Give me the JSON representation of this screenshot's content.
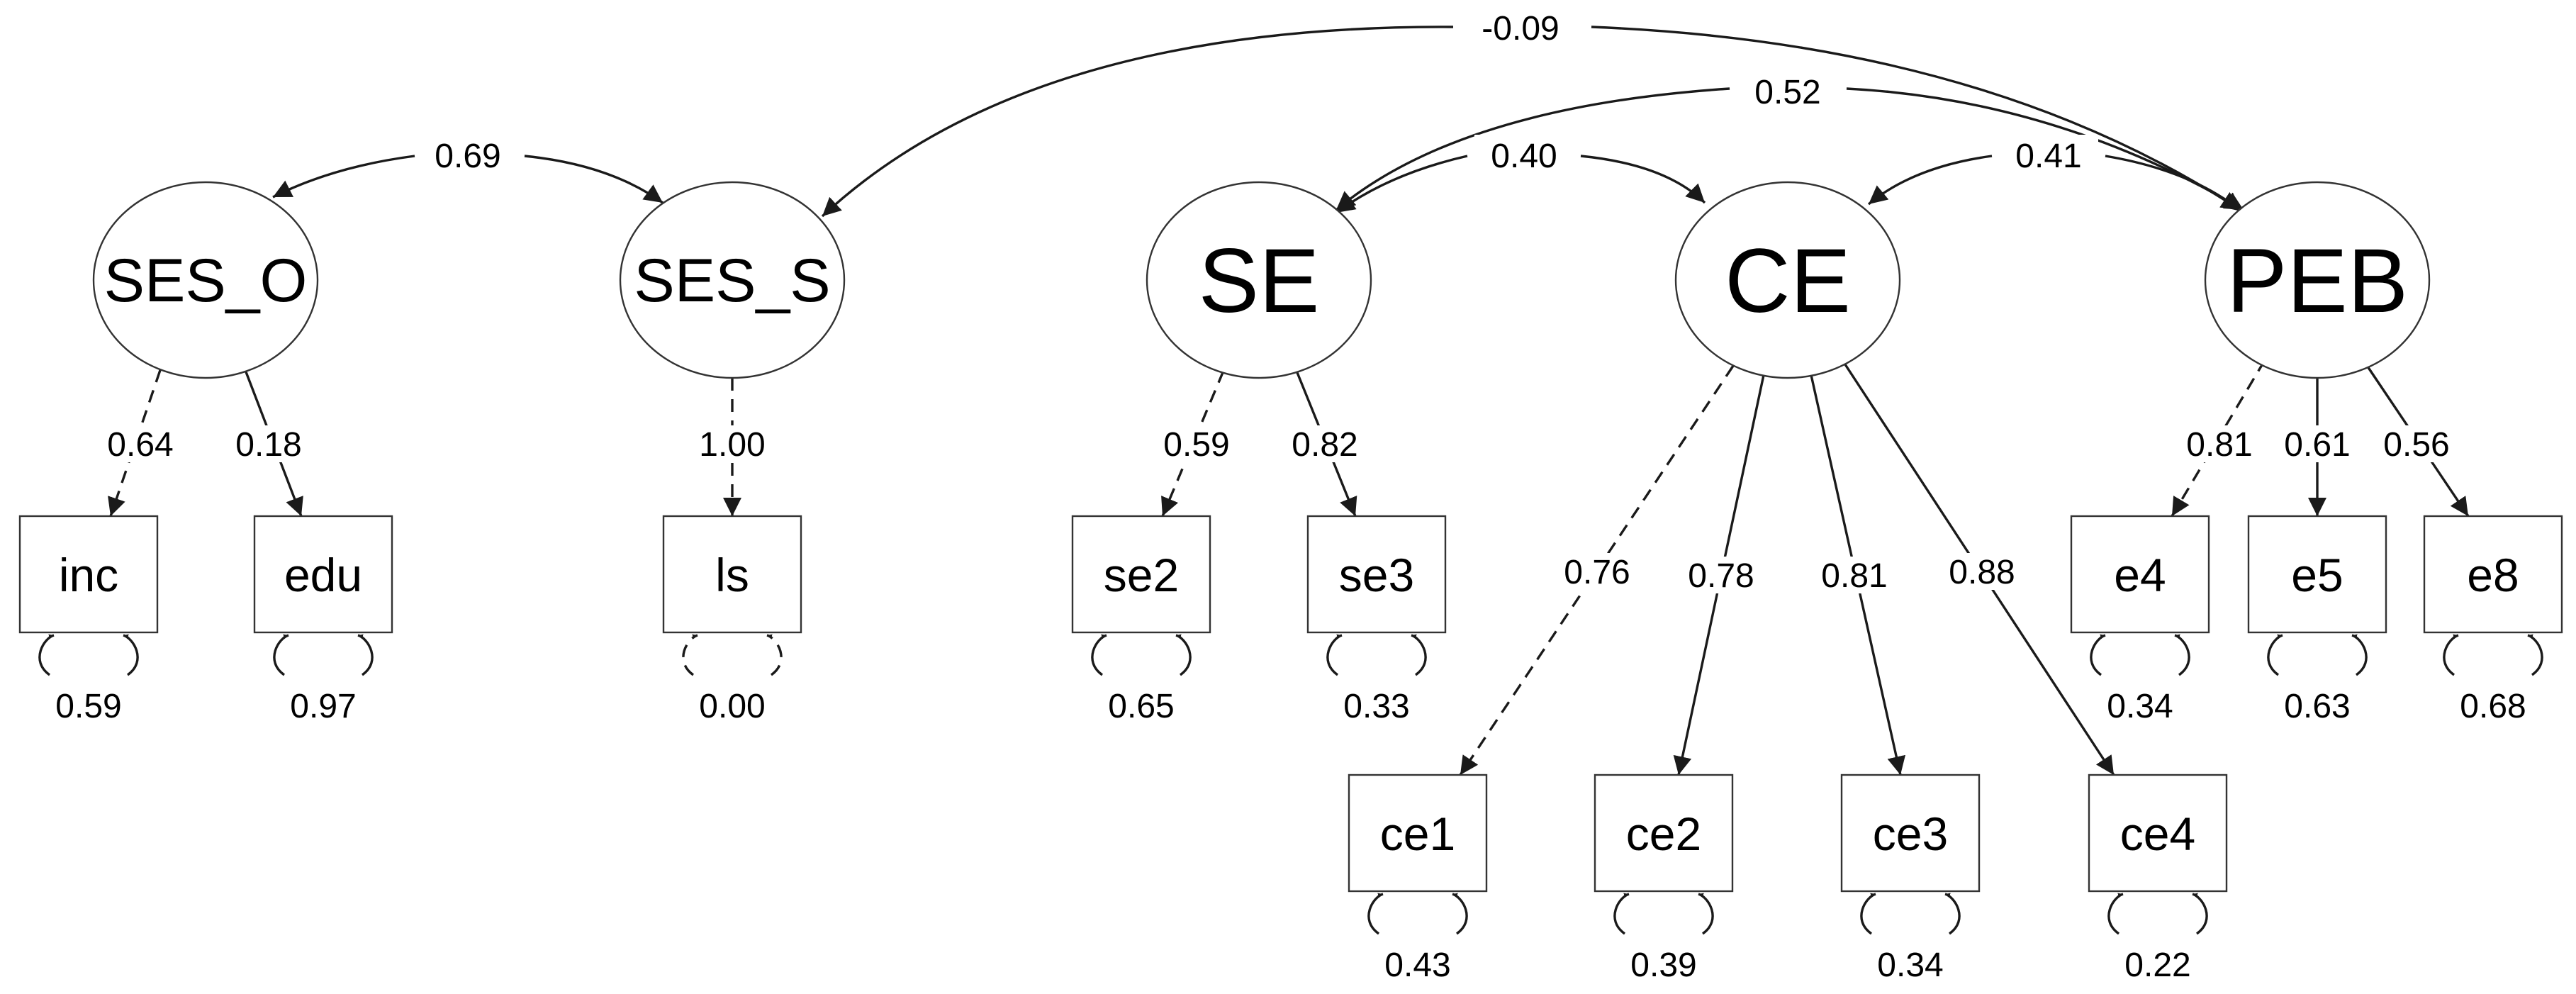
{
  "latents": [
    {
      "id": "SES_O",
      "label": "SES_O"
    },
    {
      "id": "SES_S",
      "label": "SES_S"
    },
    {
      "id": "SE",
      "label": "SE"
    },
    {
      "id": "CE",
      "label": "CE"
    },
    {
      "id": "PEB",
      "label": "PEB"
    }
  ],
  "observed": [
    {
      "id": "inc",
      "label": "inc",
      "variance": "0.59",
      "var_dashed": false
    },
    {
      "id": "edu",
      "label": "edu",
      "variance": "0.97",
      "var_dashed": false
    },
    {
      "id": "ls",
      "label": "ls",
      "variance": "0.00",
      "var_dashed": true
    },
    {
      "id": "se2",
      "label": "se2",
      "variance": "0.65",
      "var_dashed": false
    },
    {
      "id": "se3",
      "label": "se3",
      "variance": "0.33",
      "var_dashed": false
    },
    {
      "id": "ce1",
      "label": "ce1",
      "variance": "0.43",
      "var_dashed": false
    },
    {
      "id": "ce2",
      "label": "ce2",
      "variance": "0.39",
      "var_dashed": false
    },
    {
      "id": "ce3",
      "label": "ce3",
      "variance": "0.34",
      "var_dashed": false
    },
    {
      "id": "ce4",
      "label": "ce4",
      "variance": "0.22",
      "var_dashed": false
    },
    {
      "id": "e4",
      "label": "e4",
      "variance": "0.34",
      "var_dashed": false
    },
    {
      "id": "e5",
      "label": "e5",
      "variance": "0.63",
      "var_dashed": false
    },
    {
      "id": "e8",
      "label": "e8",
      "variance": "0.68",
      "var_dashed": false
    }
  ],
  "loadings": [
    {
      "from": "SES_O",
      "to": "inc",
      "value": "0.64",
      "dashed": true
    },
    {
      "from": "SES_O",
      "to": "edu",
      "value": "0.18",
      "dashed": false
    },
    {
      "from": "SES_S",
      "to": "ls",
      "value": "1.00",
      "dashed": true
    },
    {
      "from": "SE",
      "to": "se2",
      "value": "0.59",
      "dashed": true
    },
    {
      "from": "SE",
      "to": "se3",
      "value": "0.82",
      "dashed": false
    },
    {
      "from": "CE",
      "to": "ce1",
      "value": "0.76",
      "dashed": true
    },
    {
      "from": "CE",
      "to": "ce2",
      "value": "0.78",
      "dashed": false
    },
    {
      "from": "CE",
      "to": "ce3",
      "value": "0.81",
      "dashed": false
    },
    {
      "from": "CE",
      "to": "ce4",
      "value": "0.88",
      "dashed": false
    },
    {
      "from": "PEB",
      "to": "e4",
      "value": "0.81",
      "dashed": true
    },
    {
      "from": "PEB",
      "to": "e5",
      "value": "0.61",
      "dashed": false
    },
    {
      "from": "PEB",
      "to": "e8",
      "value": "0.56",
      "dashed": false
    }
  ],
  "paths": [
    {
      "from": "SES_O",
      "to": "SES_S",
      "value": "0.69"
    },
    {
      "from": "PEB",
      "to": "SES_S",
      "value": "-0.09"
    },
    {
      "from": "PEB",
      "to": "SE",
      "value": "0.52"
    },
    {
      "from": "SE",
      "to": "CE",
      "value": "0.40"
    },
    {
      "from": "PEB",
      "to": "CE",
      "value": "0.41"
    }
  ]
}
